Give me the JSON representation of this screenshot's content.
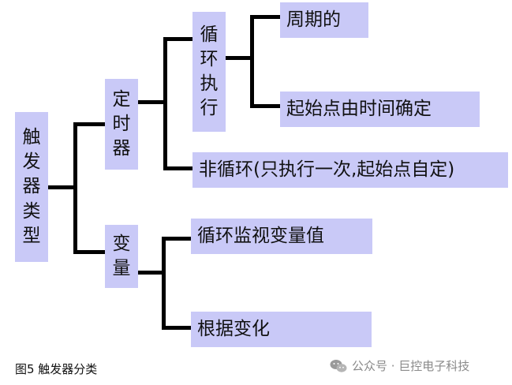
{
  "diagram": {
    "root": {
      "label_chars": [
        "触",
        "发",
        "器",
        "类",
        "型"
      ]
    },
    "timer": {
      "label_chars": [
        "定",
        "时",
        "器"
      ]
    },
    "cyclic": {
      "label_chars": [
        "循",
        "环",
        "执",
        "行"
      ]
    },
    "variable": {
      "label_chars": [
        "变",
        "量"
      ]
    },
    "leaves": {
      "periodic": "周期的",
      "start_time": "起始点由时间确定",
      "non_cyclic": "非循环(只执行一次,起始点自定)",
      "monitor": "循环监视变量值",
      "by_change": "根据变化"
    }
  },
  "caption": "图5  触发器分类",
  "watermark": {
    "text": "公众号 · 巨控电子科技",
    "icon": "wechat-icon"
  },
  "colors": {
    "box_fill": "#c9c9f7",
    "connector": "#000000",
    "watermark_text": "#8a8a8a"
  }
}
